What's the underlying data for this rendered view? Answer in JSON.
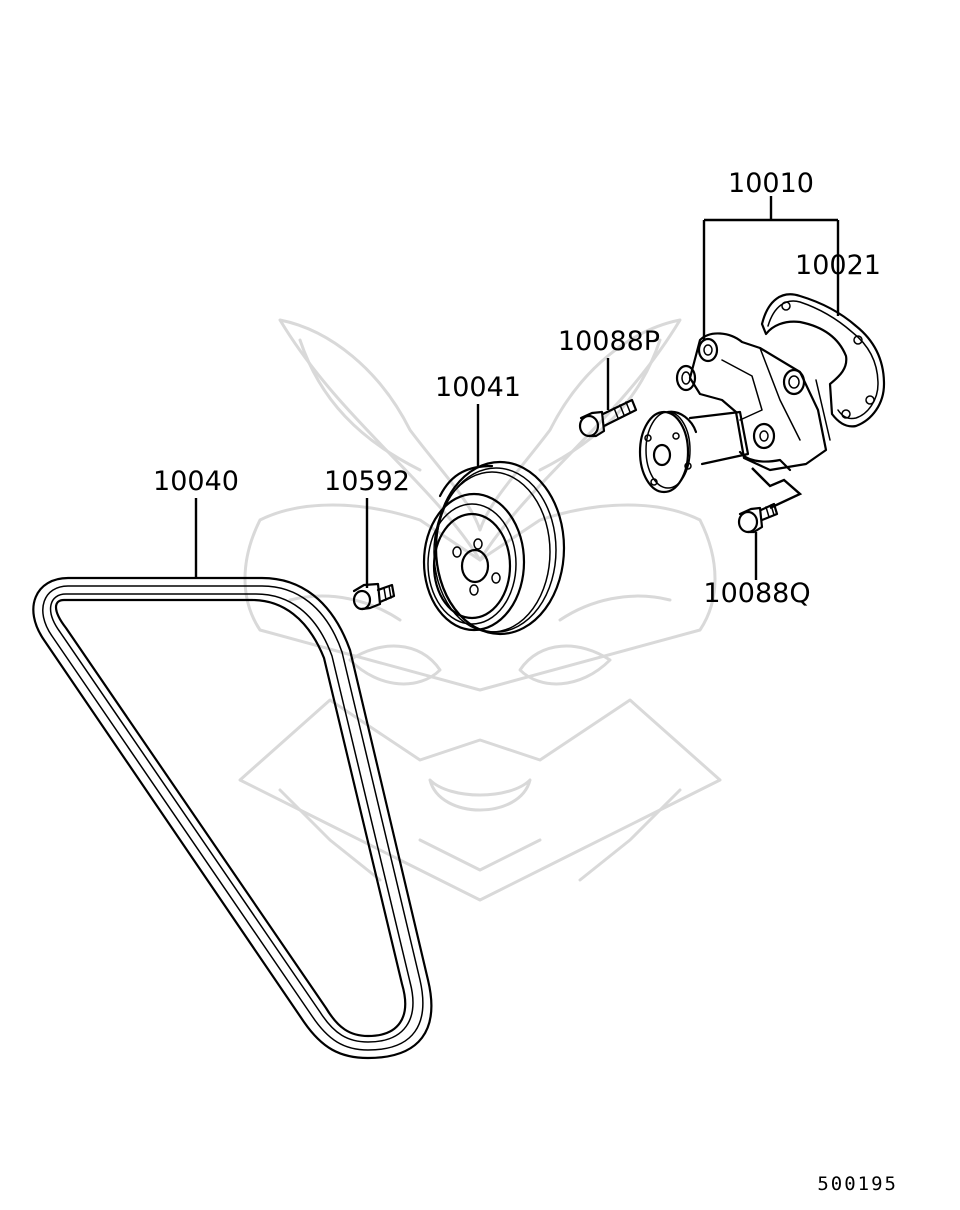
{
  "parts": [
    {
      "id": "water-pump",
      "number": "10010"
    },
    {
      "id": "gasket",
      "number": "10021"
    },
    {
      "id": "bolt-p",
      "number": "10088P"
    },
    {
      "id": "pulley",
      "number": "10041"
    },
    {
      "id": "belt",
      "number": "10040"
    },
    {
      "id": "bolt-small",
      "number": "10592"
    },
    {
      "id": "bolt-q",
      "number": "10088Q"
    }
  ],
  "diagram_id": "500195",
  "watermark": {
    "icon": "samurai-helmet-icon",
    "color": "#d9d9d9"
  }
}
